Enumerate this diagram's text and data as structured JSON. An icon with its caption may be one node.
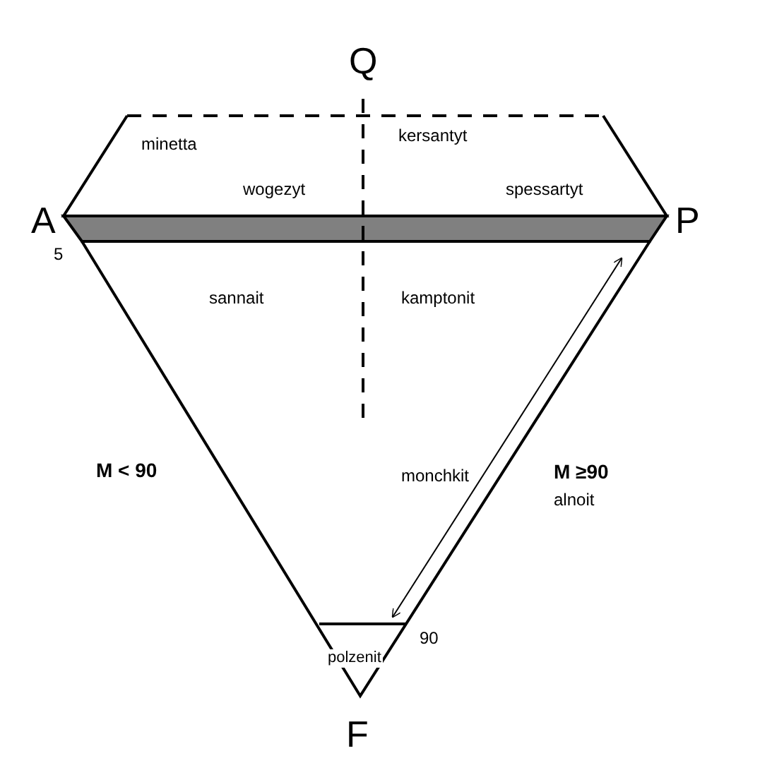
{
  "diagram": {
    "labels": [
      "Q",
      "minetta",
      "kersantyt",
      "wogezyt",
      "spessartyt",
      "A",
      "P",
      "5",
      "sannait",
      "kamptonit",
      "M < 90",
      "monchkit",
      "M ≥90",
      "alnoit",
      "90",
      "polzenit",
      "F"
    ]
  }
}
